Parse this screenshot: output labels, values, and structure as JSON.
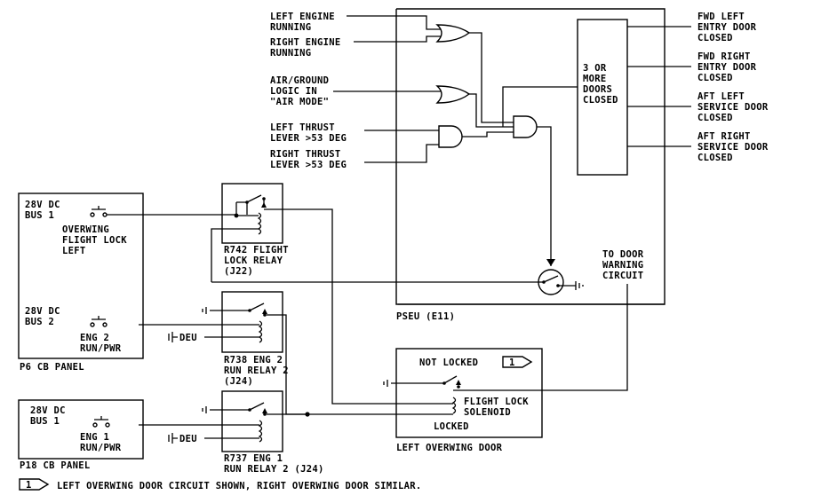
{
  "pseu": {
    "label": "PSEU (E11)",
    "inputs": {
      "left_engine": [
        "LEFT ENGINE",
        "RUNNING"
      ],
      "right_engine": [
        "RIGHT ENGINE",
        "RUNNING"
      ],
      "air_ground": [
        "AIR/GROUND",
        "LOGIC IN",
        "\"AIR MODE\""
      ],
      "left_thrust": [
        "LEFT THRUST",
        "LEVER >53 DEG"
      ],
      "right_thrust": [
        "RIGHT THRUST",
        "LEVER >53 DEG"
      ]
    },
    "doors_box": [
      "3 OR",
      "MORE",
      "DOORS",
      "CLOSED"
    ],
    "doors": {
      "fwd_left": [
        "FWD LEFT",
        "ENTRY DOOR",
        "CLOSED"
      ],
      "fwd_right": [
        "FWD RIGHT",
        "ENTRY DOOR",
        "CLOSED"
      ],
      "aft_left": [
        "AFT LEFT",
        "SERVICE DOOR",
        "CLOSED"
      ],
      "aft_right": [
        "AFT RIGHT",
        "SERVICE DOOR",
        "CLOSED"
      ]
    },
    "to_door_warning": [
      "TO DOOR",
      "WARNING",
      "CIRCUIT"
    ]
  },
  "p6_panel": {
    "label": "P6 CB PANEL",
    "bus1": [
      "28V DC",
      "BUS 1"
    ],
    "cb1": [
      "OVERWING",
      "FLIGHT LOCK",
      "LEFT"
    ],
    "bus2": [
      "28V DC",
      "BUS 2"
    ],
    "cb2": [
      "ENG 2",
      "RUN/PWR"
    ]
  },
  "p18_panel": {
    "label": "P18 CB PANEL",
    "bus1": [
      "28V DC",
      "BUS 1"
    ],
    "cb1": [
      "ENG 1",
      "RUN/PWR"
    ]
  },
  "relays": {
    "r742": [
      "R742 FLIGHT",
      "LOCK RELAY",
      "(J22)"
    ],
    "r738": [
      "R738 ENG 2",
      "RUN RELAY 2",
      "(J24)"
    ],
    "r737": [
      "R737 ENG 1",
      "RUN RELAY 2 (J24)"
    ],
    "deu": "DEU"
  },
  "door": {
    "label": "LEFT OVERWING DOOR",
    "not_locked": "NOT LOCKED",
    "solenoid": [
      "FLIGHT LOCK",
      "SOLENOID"
    ],
    "locked": "LOCKED",
    "note_ref": "1"
  },
  "footnote": {
    "ref": "1",
    "text": "LEFT OVERWING DOOR CIRCUIT SHOWN, RIGHT OVERWING DOOR SIMILAR."
  }
}
